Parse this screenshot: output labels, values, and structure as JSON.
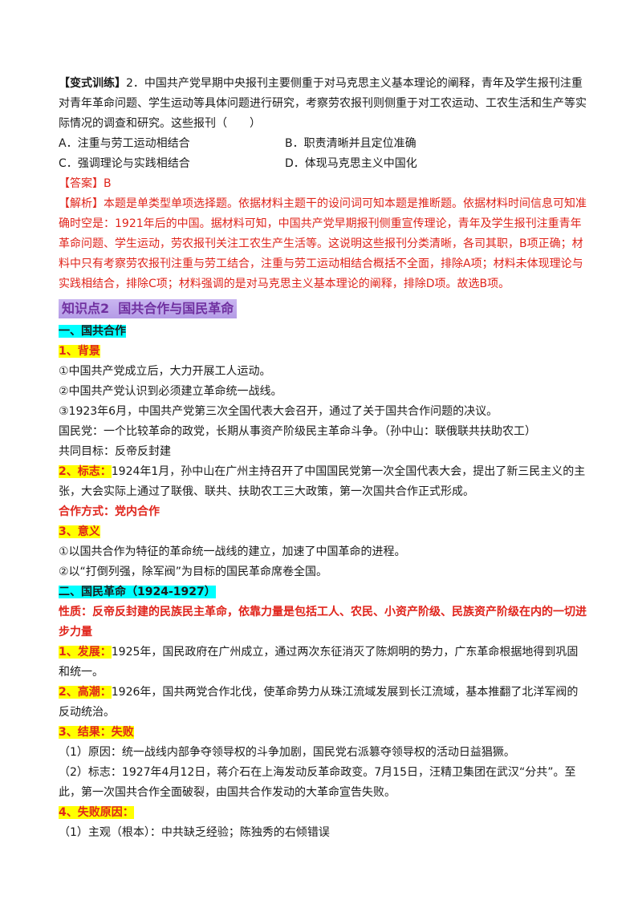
{
  "exercise": {
    "tag": "【变式训练】",
    "stem": "2．中国共产党早期中央报刊主要侧重于对马克思主义基本理论的阐释，青年及学生报刊注重对青年革命问题、学生运动等具体问题进行研究，考察劳农报刊则侧重于对工农运动、工农生活和生产等实际情况的调查和研究。这些报刊（　　）",
    "options": [
      "A．注重与劳工运动相结合",
      "B．职责清晰并且定位准确",
      "C．强调理论与实践相结合",
      "D．体现马克思主义中国化"
    ],
    "answer": "【答案】B",
    "analysis_tag": "【解析】",
    "analysis": "本题是单类型单项选择题。依据材料主题干的设问词可知本题是推断题。依据材料时间信息可知准确时空是：1921年后的中国。据材料可知，中国共产党早期报刊侧重宣传理论，青年及学生报刊注重青年革命问题、学生运动，劳农报刊关注工农生产生活等。这说明这些报刊分类清晰，各司其职，B项正确；材料中只有考察劳农报刊注重与劳工结合，注重与劳工运动相结合概括不全面，排除A项；材料未体现理论与实践相结合，排除C项；材料强调的是对马克思主义基本理论的阐释，排除D项。故选B项。"
  },
  "knowledge_point": {
    "label": "知识点2",
    "title": "国共合作与国民革命"
  },
  "section1": {
    "heading": "一、国共合作",
    "bg_heading": "1、背景",
    "bg_items": [
      "①中国共产党成立后，大力开展工人运动。",
      "②中国共产党认识到必须建立革命统一战线。",
      "③1923年6月，中国共产党第三次全国代表大会召开，通过了关于国共合作问题的决议。"
    ],
    "kmt": "国民党：一个比较革命的政党，长期从事资产阶级民主革命斗争。（孙中山：联俄联共扶助农工）",
    "goal": "共同目标：反帝反封建",
    "mark_label": "2、标志：",
    "mark_text": "1924年1月，孙中山在广州主持召开了中国国民党第一次全国代表大会，提出了新三民主义的主张，大会实际上通过了联俄、联共、扶助农工三大政策，第一次国共合作正式形成。",
    "method": "合作方式：党内合作",
    "meaning_heading": "3、意义",
    "meaning_items": [
      "①以国共合作为特征的革命统一战线的建立，加速了中国革命的进程。",
      "②以“打倒列强，除军阀”为目标的国民革命席卷全国。"
    ]
  },
  "section2": {
    "heading": "二、国民革命（1924-1927）",
    "nature": "性质：反帝反封建的民族民主革命，依靠力量是包括工人、农民、小资产阶级、民族资产阶级在内的一切进步力量",
    "dev_label": "1、发展：",
    "dev_text": "1925年，国民政府在广州成立，通过两次东征消灭了陈炯明的势力，广东革命根据地得到巩固和统一。",
    "climax_label": "2、高潮：",
    "climax_text": "1926年，国共两党合作北伐，使革命势力从珠江流域发展到长江流域，基本推翻了北洋军阀的反动统治。",
    "result_heading": "3、结果：失败",
    "result_items": [
      "（1）原因：统一战线内部争夺领导权的斗争加剧，国民党右派篡夺领导权的活动日益猖獗。",
      "（2）标志：1927年4月12日，蒋介石在上海发动反革命政变。7月15日，汪精卫集团在武汉“分共”。至此，第一次国共合作全面破裂，由国共合作发动的大革命宣告失败。"
    ],
    "failure_heading": "4、失败原因：",
    "failure_items": [
      "（1）主观（根本）：中共缺乏经验；陈独秀的右倾错误"
    ]
  }
}
